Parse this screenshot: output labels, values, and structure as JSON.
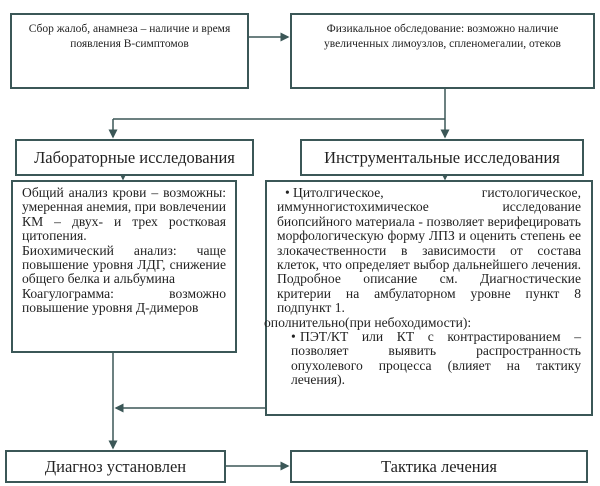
{
  "nodes": {
    "complaints": "Сбор жалоб, анамнеза – наличие и время появления В-симптомов",
    "physical_exam": "Физикальное обследование: возможно наличие увеличенных лимоузлов, спленомегалии, отеков",
    "lab_title": "Лабораторные исследования",
    "instr_title": "Инструментальные исследования",
    "lab_details": [
      "Общий анализ крови – возможны: умеренная анемия, при вовлечении КМ – двух- и трех ростковая цитопения.",
      "Биохимический анализ: чаще повышение уровня ЛДГ, снижение общего белка и альбумина",
      "Коагулограмма: возможно повышение уровня Д-димеров"
    ],
    "instr_details": {
      "bullet1": "Цитолгическое, гистологическое, иммунногистохимическое исследование биопсийного материала - позволяет верифецировать морфологическую форму ЛПЗ и оценить степень ее злокачественности в зависимости от состава клеток, что определяет выбор дальнейшего лечения. Подробное опиcание см. Диагностические критерии на амбулаторном уровне пункт 8 подпункт 1.",
      "additional": "ополнительно(при небоходимости):",
      "bullet2": "ПЭТ/КТ или КТ с контрастированием – позволяет выявить распространность опухолевого процесса (влияет на тактику лечения)."
    },
    "diagnosis": "Диагноз установлен",
    "treatment": "Тактика лечения"
  },
  "bullet_symbol": "•"
}
